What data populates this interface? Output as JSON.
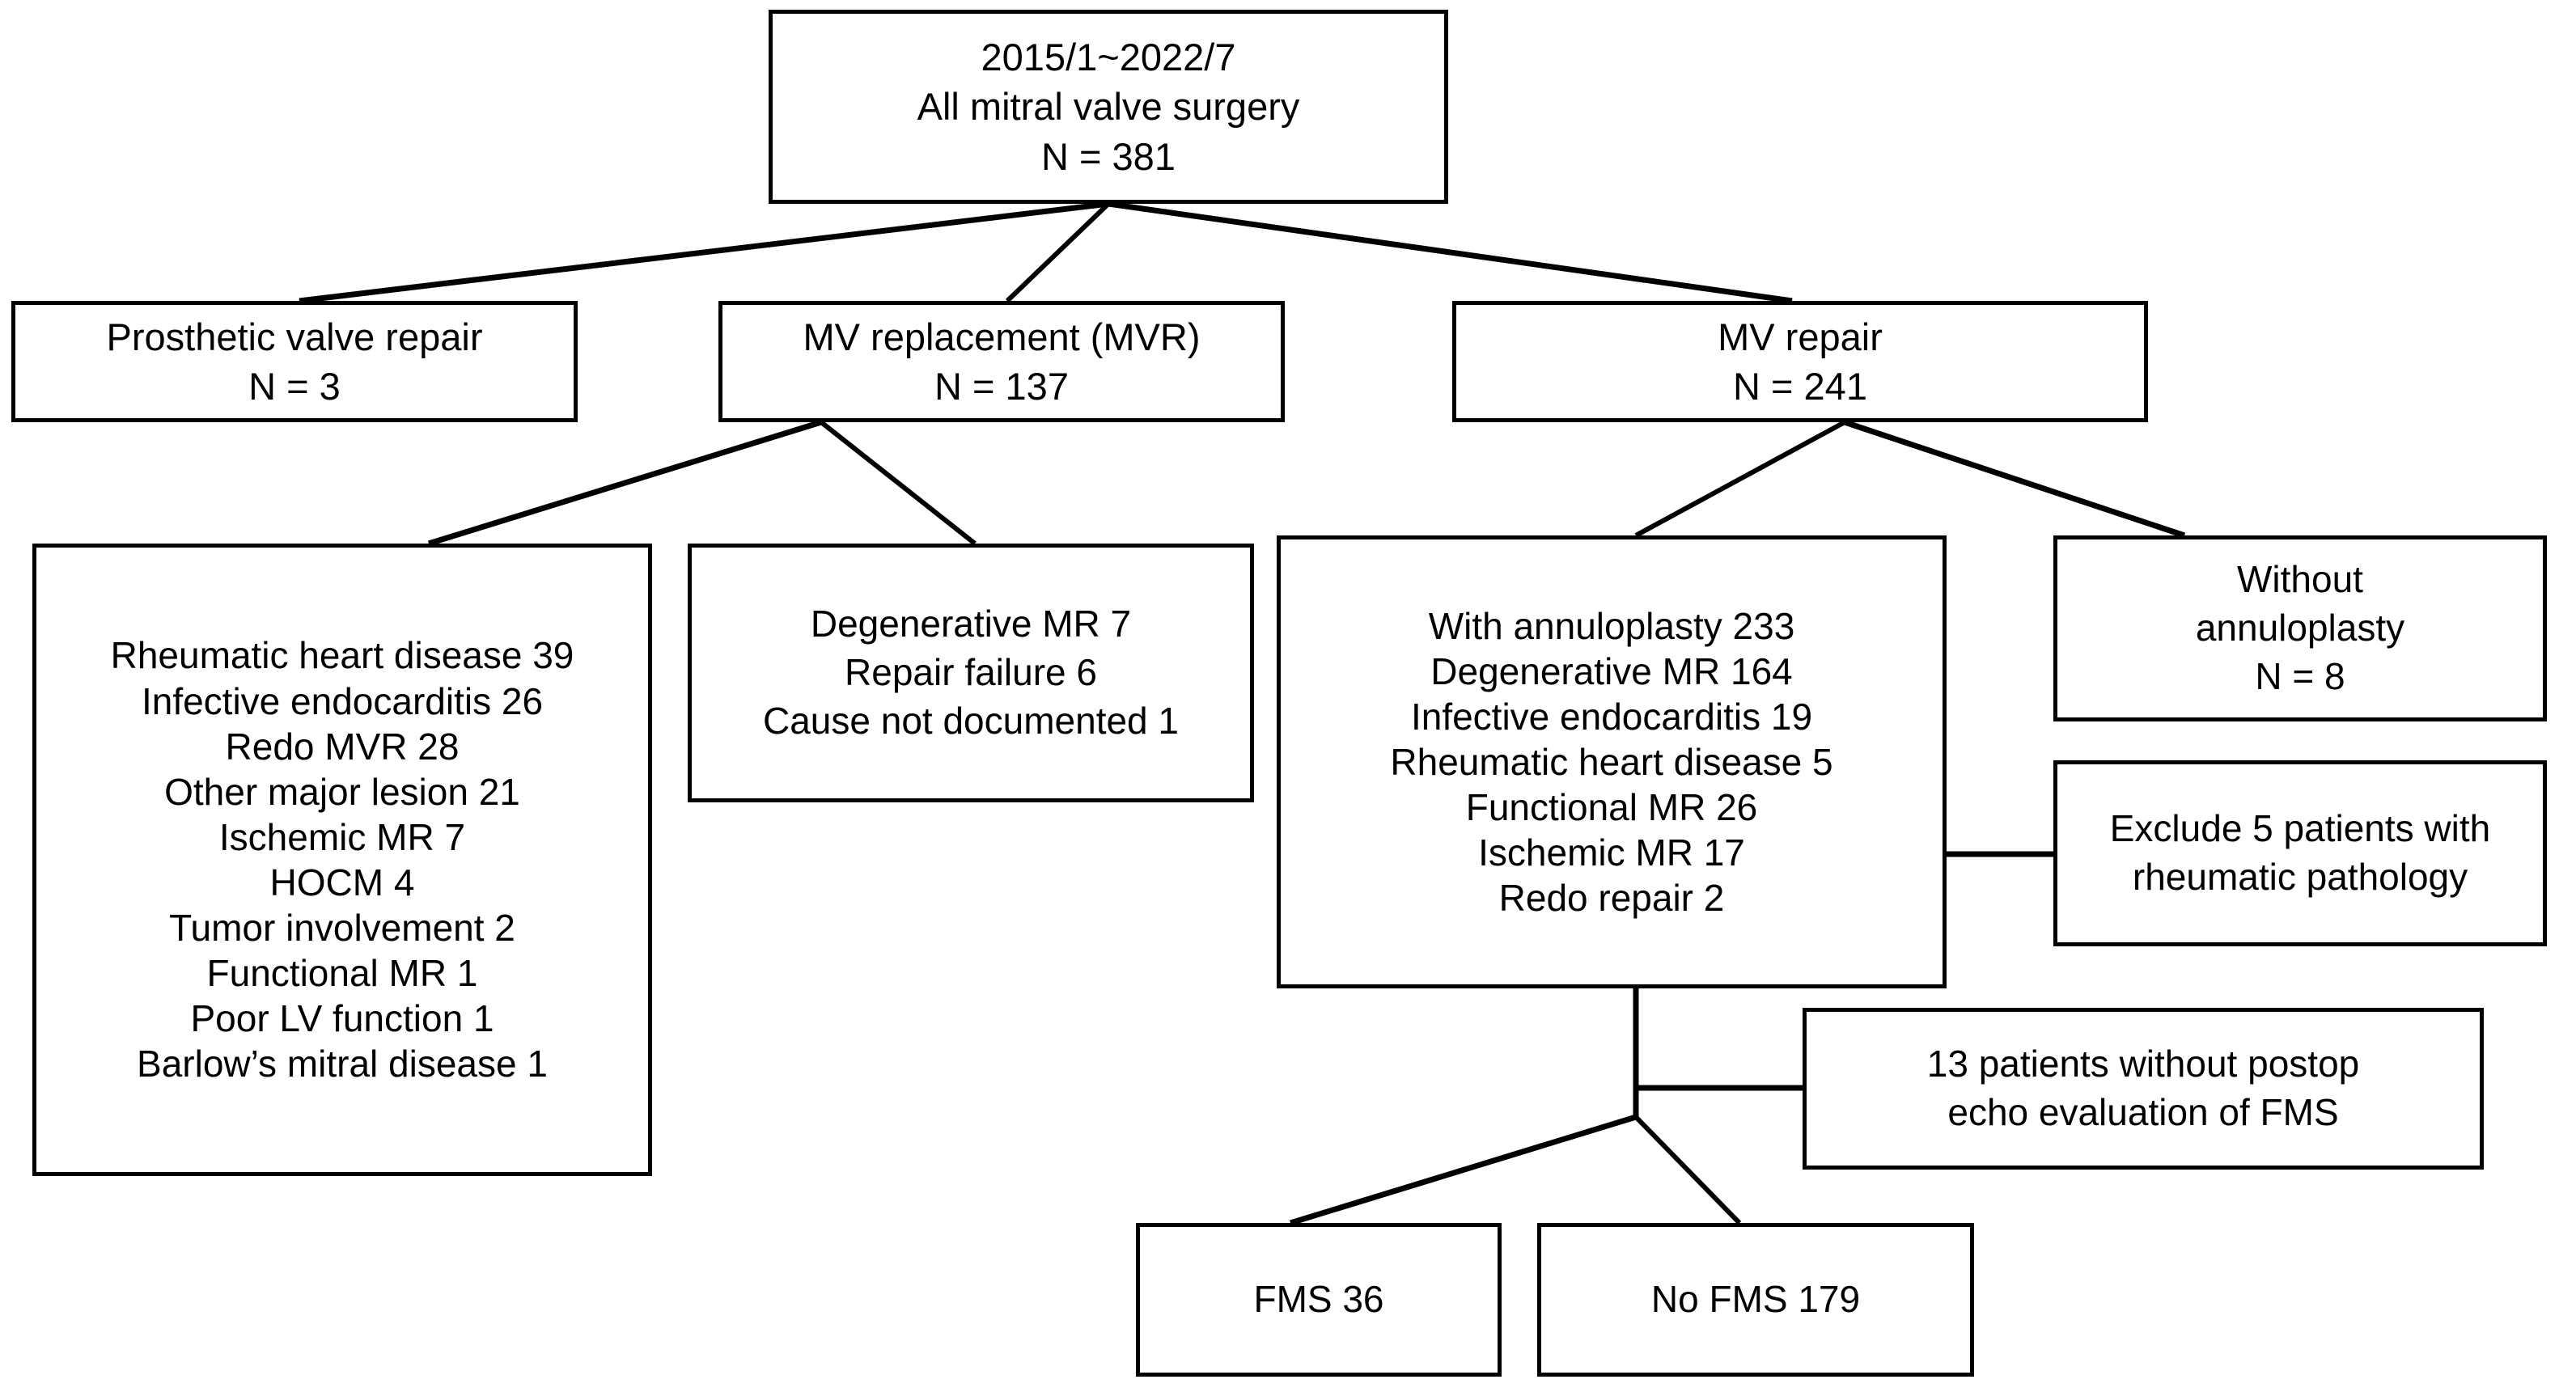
{
  "diagram": {
    "title": "Mitral valve surgery patient flow diagram",
    "type": "flowchart",
    "stroke_color": "#000000",
    "background_color": "#ffffff"
  },
  "nodes": {
    "root": {
      "name": "all-mitral-valve-surgery",
      "lines": [
        "2015/1~2022/7",
        "All mitral valve surgery",
        "N = 381"
      ]
    },
    "prosthetic_valve_repair": {
      "name": "prosthetic-valve-repair",
      "lines": [
        "Prosthetic valve repair",
        "N = 3"
      ]
    },
    "mv_replacement": {
      "name": "mv-replacement",
      "lines": [
        "MV replacement (MVR)",
        "N = 137"
      ]
    },
    "mv_repair": {
      "name": "mv-repair",
      "lines": [
        "MV repair",
        "N = 241"
      ]
    },
    "mvr_indications": {
      "name": "mvr-indications",
      "lines": [
        "Rheumatic heart disease 39",
        "Infective endocarditis 26",
        "Redo MVR 28",
        "Other major lesion 21",
        "Ischemic MR 7",
        "HOCM 4",
        "Tumor involvement 2",
        "Functional MR 1",
        "Poor LV function 1",
        "Barlow’s mitral disease 1"
      ]
    },
    "mvr_other_causes": {
      "name": "mvr-other-causes",
      "lines": [
        "Degenerative MR 7",
        "Repair failure 6",
        "Cause not documented 1"
      ]
    },
    "with_annuloplasty": {
      "name": "with-annuloplasty",
      "lines": [
        "With annuloplasty 233",
        "Degenerative MR 164",
        "Infective endocarditis 19",
        "Rheumatic heart disease 5",
        "Functional MR 26",
        "Ischemic MR 17",
        "Redo repair 2"
      ]
    },
    "without_annuloplasty": {
      "name": "without-annuloplasty",
      "lines": [
        "Without",
        "annuloplasty",
        "N = 8"
      ]
    },
    "exclude_rheumatic": {
      "name": "exclude-rheumatic-pathology",
      "lines": [
        "Exclude 5 patients with",
        "rheumatic pathology"
      ]
    },
    "no_postop_echo": {
      "name": "no-postop-echo",
      "lines": [
        "13 patients without postop",
        "echo evaluation of FMS"
      ]
    },
    "fms": {
      "name": "fms-group",
      "lines": [
        "FMS 36"
      ]
    },
    "no_fms": {
      "name": "no-fms-group",
      "lines": [
        "No FMS 179"
      ]
    }
  }
}
